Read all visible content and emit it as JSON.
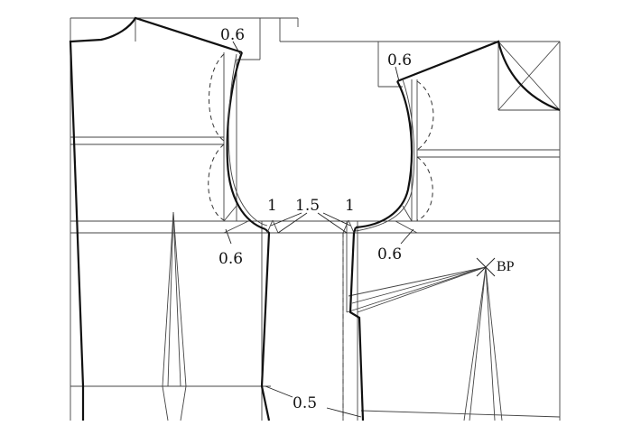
{
  "diagram": {
    "labels": {
      "shoulder_left": "0.6",
      "shoulder_right": "0.6",
      "armhole_left": "0.6",
      "armhole_right": "0.6",
      "side_left": "1",
      "side_center": "1.5",
      "side_right": "1",
      "waist": "0.5",
      "bust_point": "BP"
    },
    "colors": {
      "outline": "#111111",
      "guide": "#444444",
      "dashed": "#333333",
      "background": "#ffffff"
    }
  }
}
